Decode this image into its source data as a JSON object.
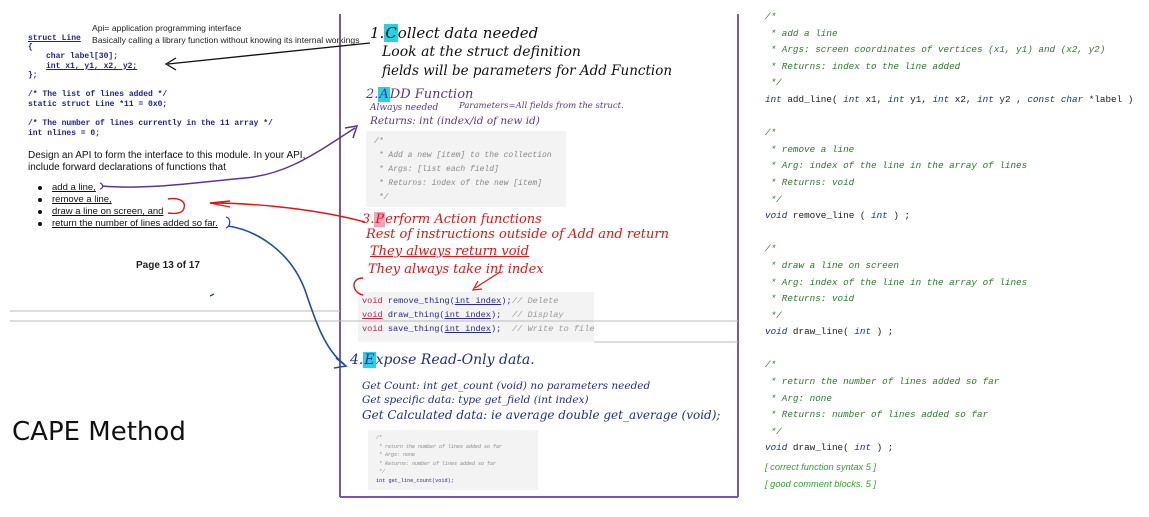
{
  "left": {
    "code_struct": "struct Line",
    "note_line1": "Api= application programming interface",
    "note_line2": "Basically calling a library function without knowing its internal workings",
    "code_brace_open": "{",
    "code_char": "char label[30];",
    "code_int": "int x1, y1, x2, y2;",
    "code_brace_close": "};",
    "code_comment_list": "/* The list of lines added */",
    "code_static": "static struct Line *11 = 0x0;",
    "code_comment_count": "/* The number of lines currently in the 11 array */",
    "code_nlines": "int nlines = 0;",
    "design_paragraph": "Design an API to form the interface to this module. In your API, include forward declarations of functions that",
    "bullets": [
      "add a line,",
      "remove a line,",
      "draw a line on screen, and",
      "return the number of lines added so far."
    ],
    "page_number": "Page 13 of 17",
    "cape_title": "CAPE Method"
  },
  "middle": {
    "step1_num": "1.",
    "step1_letter": "C",
    "step1_title": "ollect data needed",
    "step1_line2": "Look at the struct definition",
    "step1_line3": "fields will be parameters for Add Function",
    "step2_num": "2.",
    "step2_letter": "A",
    "step2_title": "DD Function",
    "step2_always": "Always needed",
    "step2_params": "Parameters=All fields from the struct.",
    "step2_returns": "Returns: int (index/id of new id)",
    "box2_lines": [
      "/*",
      " * Add a new [item] to the collection",
      " * Args: [list each field]",
      " * Returns: index of the new [item]",
      " */"
    ],
    "step3_num": "3.",
    "step3_letter": "P",
    "step3_title": "erform Action functions",
    "step3_line2": "Rest of instructions outside of Add and return",
    "step3_line3": "They always return void",
    "step3_line4": "They always take int index",
    "funcs": [
      {
        "kw": "void",
        "name": "remove_thing(",
        "arg": "int index",
        "end": ");",
        "cm": "// Delete"
      },
      {
        "kw": "void",
        "name": "draw_thing(",
        "arg": "int index",
        "end": ");",
        "cm": "// Display"
      },
      {
        "kw": "void",
        "name": "save_thing(",
        "arg": "int index",
        "end": ");",
        "cm": "// Write to file"
      }
    ],
    "step4_num": "4.",
    "step4_letter": "E",
    "step4_title": "xpose Read-Only data.",
    "step4_line2": "Get Count: int get_count (void) no parameters needed",
    "step4_line3": "Get specific data: type get_field (int index)",
    "step4_line4": "Get Calculated data: ie average double get_average (void);",
    "box4_lines": [
      "/*",
      " * return the number of lines added so far",
      " * Args: none",
      " * Returns: number of lines added so far",
      " */"
    ],
    "box4_func": "int get_line_count(void);"
  },
  "right": {
    "blocks": [
      {
        "comment": [
          "/*",
          " * add a line",
          " * Args: screen coordinates of vertices (x1, y1) and (x2, y2)",
          " * Returns: index to the line added",
          " */"
        ],
        "decl_html": "int add_line( int x1, int y1, int x2, int y2 , const char *label )"
      },
      {
        "comment": [
          "/*",
          " * remove a line",
          " * Arg: index of the line in the array of lines",
          " * Returns: void",
          " */"
        ],
        "decl_html": "void remove_line ( int ) ;"
      },
      {
        "comment": [
          "/*",
          " * draw a line on screen",
          " * Arg: index of the line in the array of lines",
          " * Returns: void",
          " */"
        ],
        "decl_html": "void draw_line( int ) ;"
      },
      {
        "comment": [
          "/*",
          " * return the number of lines added so far",
          " * Arg: none",
          " * Returns: number of lines added so far",
          " */"
        ],
        "decl_html": "void draw_line( int ) ;"
      }
    ],
    "grade1": "[ correct function syntax 5 ]",
    "grade2": "[ good comment blocks. 5 ]"
  },
  "colors": {
    "purple_border": "#7a55b8",
    "red_arrow": "#e01515",
    "blue_arrow": "#1f4fa3",
    "cyan_highlight": "#27d0e6"
  }
}
